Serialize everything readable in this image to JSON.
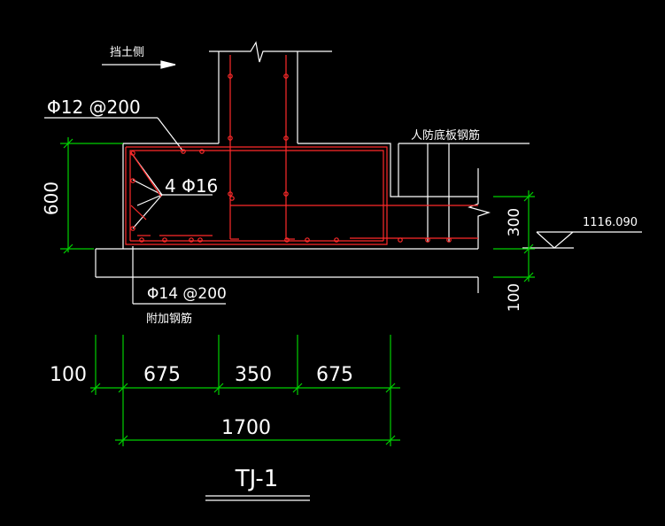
{
  "colors": {
    "background": "#000000",
    "outline": "#ffffff",
    "rebar": "#ff2a2a",
    "dimension": "#00d000",
    "text": "#ffffff"
  },
  "labels": {
    "soil_side": "挡土侧",
    "top_bar": "Φ12 @200",
    "corner_bars": "4 Φ16",
    "slab_rebar": "人防底板钢筋",
    "elevation": "1116.090",
    "bottom_bar": "Φ14 @200",
    "extra_rebar": "附加钢筋",
    "title": "TJ-1"
  },
  "dimensions": {
    "height_600": "600",
    "slab_300": "300",
    "cushion_100": "100",
    "seg_100": "100",
    "seg_675_a": "675",
    "seg_350": "350",
    "seg_675_b": "675",
    "total_1700": "1700"
  },
  "icons": {
    "break_wall": "break-line-icon",
    "break_slab": "break-line-icon",
    "arrow": "arrow-right-icon",
    "elevation_mark": "elevation-triangle-icon"
  }
}
